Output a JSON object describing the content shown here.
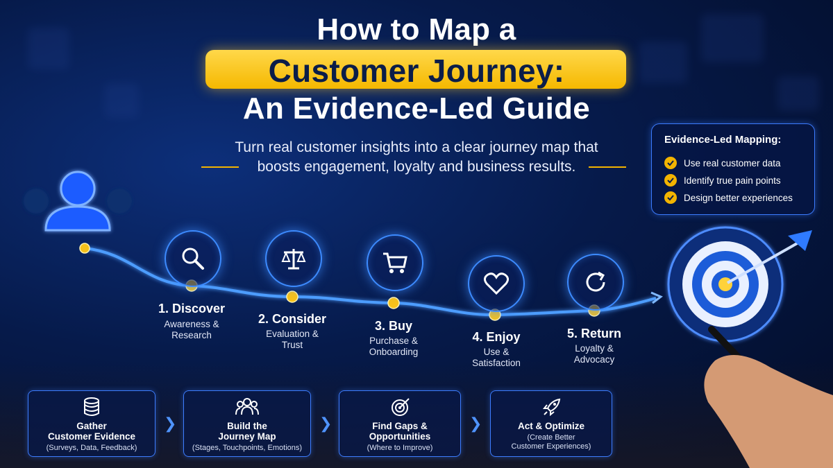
{
  "title": {
    "line1": "How to Map a",
    "line2": "Customer Journey:",
    "line3": "An Evidence-Led Guide"
  },
  "subtitle": {
    "line1": "Turn real customer insights into a clear journey map that",
    "line2": "boosts engagement, loyalty and business results."
  },
  "evidence_panel": {
    "heading": "Evidence-Led Mapping:",
    "items": [
      "Use real customer data",
      "Identify true pain points",
      "Design better experiences"
    ]
  },
  "stages": [
    {
      "title": "1. Discover",
      "desc1": "Awareness &",
      "desc2": "Research",
      "icon": "magnifier-icon"
    },
    {
      "title": "2. Consider",
      "desc1": "Evaluation &",
      "desc2": "Trust",
      "icon": "scales-icon"
    },
    {
      "title": "3. Buy",
      "desc1": "Purchase &",
      "desc2": "Onboarding",
      "icon": "cart-icon"
    },
    {
      "title": "4. Enjoy",
      "desc1": "Use &",
      "desc2": "Satisfaction",
      "icon": "heart-icon"
    },
    {
      "title": "5. Return",
      "desc1": "Loyalty &",
      "desc2": "Advocacy",
      "icon": "refresh-icon"
    }
  ],
  "steps": [
    {
      "title1": "Gather",
      "title2": "Customer Evidence",
      "desc1": "(Surveys, Data, Feedback)",
      "desc2": "",
      "icon": "database-icon"
    },
    {
      "title1": "Build the",
      "title2": "Journey Map",
      "desc1": "(Stages, Touchpoints, Emotions)",
      "desc2": "",
      "icon": "users-icon"
    },
    {
      "title1": "Find Gaps &",
      "title2": "Opportunities",
      "desc1": "(Where to Improve)",
      "desc2": "",
      "icon": "target-small-icon"
    },
    {
      "title1": "Act & Optimize",
      "title2": "",
      "desc1": "(Create Better",
      "desc2": "Customer Experiences)",
      "icon": "rocket-icon"
    }
  ],
  "colors": {
    "accent_blue": "#3d8bff",
    "gold": "#f3b400",
    "navy": "#061a4a"
  }
}
